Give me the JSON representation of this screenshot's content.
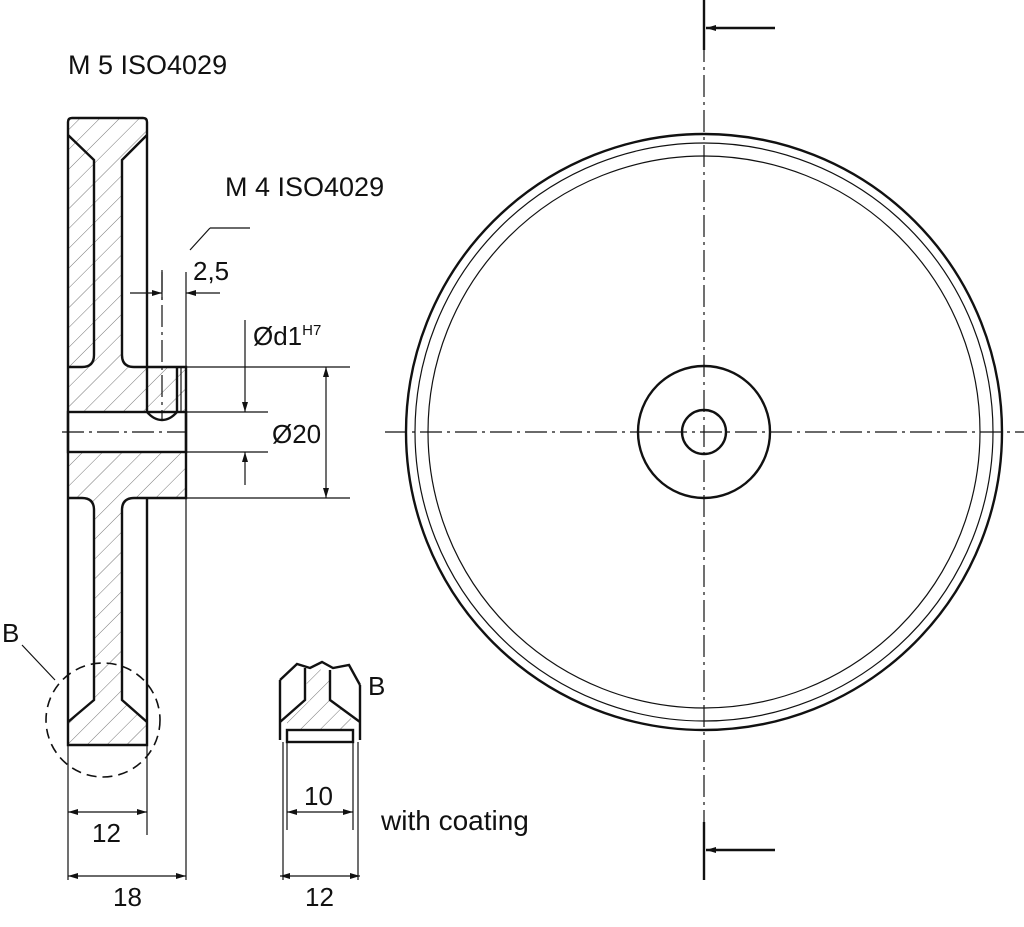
{
  "labels": {
    "screw_m5": "M 5  ISO4029",
    "screw_m4": "M 4  ISO4029",
    "dim_2_5": "2,5",
    "dim_bore": "Ød1",
    "dim_bore_tol": "H7",
    "dim_hub": "Ø20",
    "dim_12": "12",
    "dim_18": "18",
    "detail_b": "B",
    "detail_b_label": "B",
    "dim_10": "10",
    "dim_12_detail": "12",
    "coating_note": "with coating"
  }
}
